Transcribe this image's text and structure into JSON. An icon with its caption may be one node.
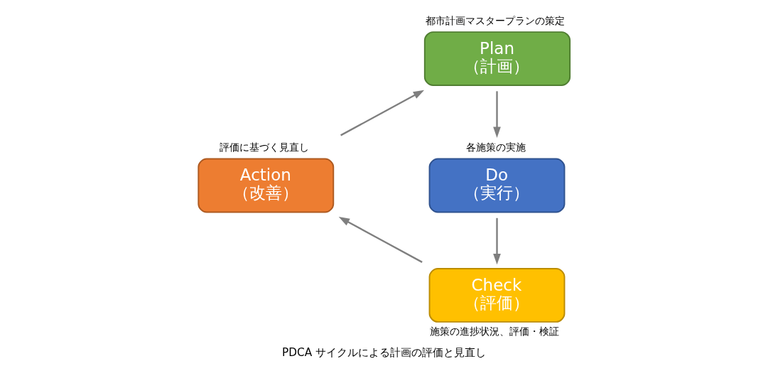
{
  "diagram": {
    "caption": "PDCA サイクルによる計画の評価と見直し",
    "nodes": [
      {
        "text": [
          "Plan",
          "（計画）"
        ],
        "beside": [
          "都市計画マスタープランの策定"
        ]
      },
      {
        "text": [
          "Do",
          "（実行）"
        ],
        "beside": [
          "各施策の実施"
        ]
      },
      {
        "text": [
          "Check",
          "（評価）"
        ],
        "beside": [
          "施策の進捗状況、評価・検証"
        ]
      },
      {
        "text": [
          "Action",
          "（改善）"
        ],
        "beside": [
          "評価に基づく見直し"
        ]
      }
    ],
    "edges": [
      {
        "from": 0,
        "to": 1,
        "arrow": "to"
      },
      {
        "from": 1,
        "to": 2,
        "arrow": "to"
      },
      {
        "from": 2,
        "to": 3,
        "arrow": "to"
      },
      {
        "from": 3,
        "to": 0,
        "arrow": "to"
      }
    ]
  }
}
